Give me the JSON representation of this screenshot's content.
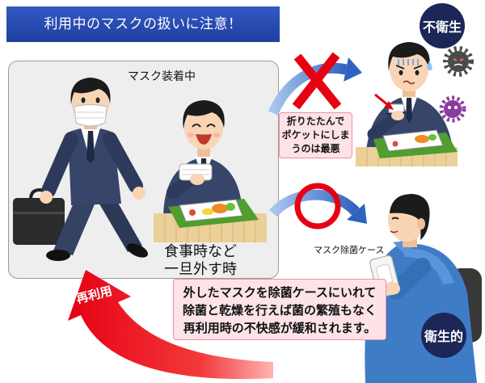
{
  "title": "利用中のマスクの扱いに注意！",
  "wearing_scene": {
    "label": "マスク装着中",
    "caption_lines": [
      "食事時など",
      "一旦外す時"
    ]
  },
  "unhygienic": {
    "badge": "不衛生",
    "note_lines": [
      "折りたたんで",
      "ポケットにしま",
      "うのは最悪"
    ]
  },
  "hygienic": {
    "badge": "衛生的",
    "case_label": "マスク除菌ケース",
    "note_lines": [
      "外したマスクを除菌ケースにいれて",
      "除菌と乾燥を行えば菌の繁殖もなく",
      "再利用時の不快感が緩和されます。"
    ]
  },
  "reuse_arrow": {
    "label": "再利用"
  },
  "icons": {
    "bad_mark": "cross-mark-icon",
    "good_mark": "circle-mark-icon",
    "germs": "germ-icon"
  },
  "colors": {
    "title_banner": "#1f3fa0",
    "badge": "#1c2757",
    "note_background": "#fde3e8",
    "note_border": "#ef8f9b",
    "alert_red": "#e60012",
    "scene_box": "#eeeeee",
    "arrow_blue": "#2f63bf"
  }
}
